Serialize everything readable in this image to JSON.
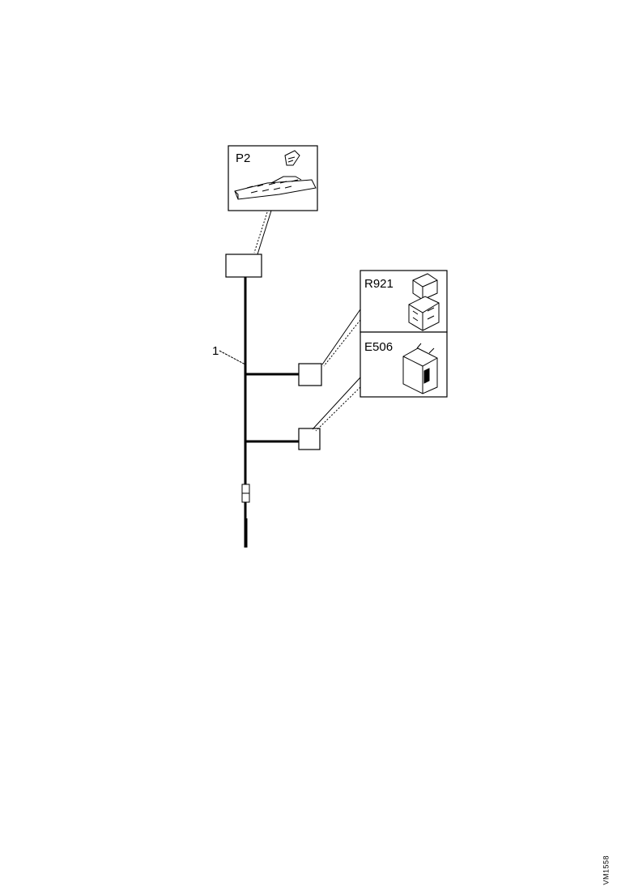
{
  "labels": {
    "harness_ref": "1",
    "detail_p2": "P2",
    "detail_r921": "R921",
    "detail_e506": "E506"
  },
  "figure_ref": "VM1558"
}
